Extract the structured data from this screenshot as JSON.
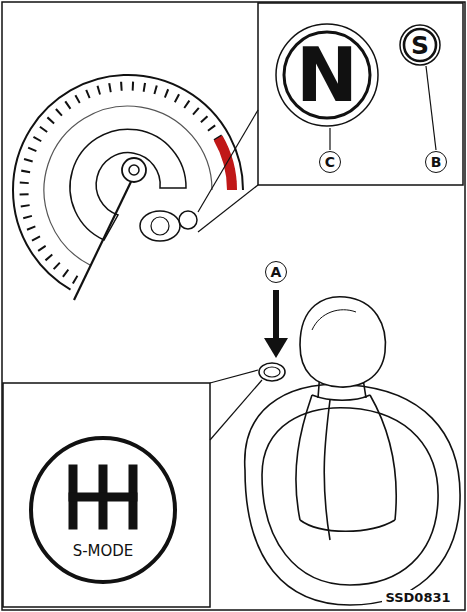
{
  "diagram": {
    "nodes": [
      {
        "text": [
          "N"
        ]
      },
      {
        "text": [
          "S"
        ]
      },
      {
        "text": [
          "S-MODE"
        ]
      }
    ],
    "labels": [
      "B",
      "C",
      "A",
      "SSD0831"
    ]
  }
}
